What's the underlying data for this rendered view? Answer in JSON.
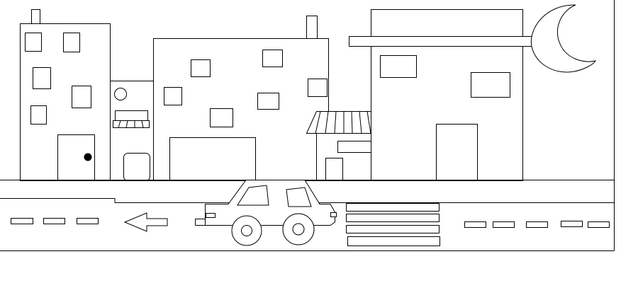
{
  "scene": {
    "background": "#ffffff",
    "stroke": "#000000",
    "fill": "#ffffff",
    "elements": [
      "street-scene-frame",
      "building-left",
      "building-small",
      "building-center",
      "shop-with-awning",
      "building-right",
      "crescent-moon-icon",
      "road",
      "car-icon",
      "left-arrow-road-marking",
      "crosswalk"
    ]
  }
}
